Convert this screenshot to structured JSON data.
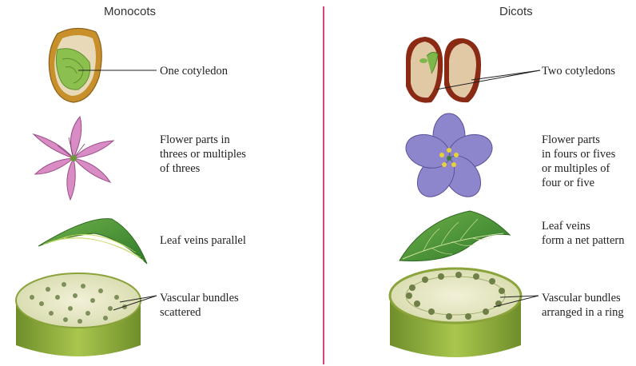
{
  "columns": {
    "left_title": "Monocots",
    "right_title": "Dicots"
  },
  "monocot": {
    "seed_label": "One cotyledon",
    "flower_label": [
      "Flower parts in",
      "threes or multiples",
      "of threes"
    ],
    "leaf_label": "Leaf veins parallel",
    "stem_label": [
      "Vascular bundles",
      "scattered"
    ]
  },
  "dicot": {
    "seed_label": "Two cotyledons",
    "flower_label": [
      "Flower parts",
      "in fours or fives",
      "or multiples of",
      "four or five"
    ],
    "leaf_label": [
      "Leaf veins",
      "form a net pattern"
    ],
    "stem_label": [
      "Vascular bundles",
      "arranged in a ring"
    ]
  },
  "colors": {
    "divider": "#d6457a",
    "seed_coat": "#c8902a",
    "endosperm": "#e8d9b8",
    "cotyledon_green": "#8bbf4e",
    "lily_petal": "#d98cc4",
    "violet_petal": "#8e86cc",
    "leaf_green": "#4f9a3a",
    "stem_green": "#8fae3c"
  }
}
